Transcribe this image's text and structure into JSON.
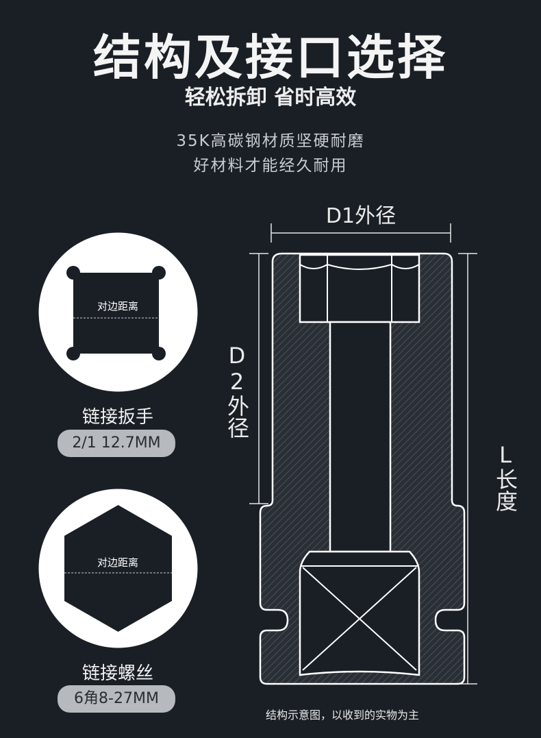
{
  "header": {
    "title": "结构及接口选择",
    "subtitle": "轻松拆卸 省时高效",
    "desc_line1": "35K高碳钢材质坚硬耐磨",
    "desc_line2": "好材料才能经久耐用"
  },
  "diagram": {
    "d1_label": "D1外径",
    "d2_label": "D2外径",
    "length_label": "L长度",
    "note": "结构示意图，以收到的实物为主"
  },
  "square_drive": {
    "inner_label": "对边距离",
    "caption": "链接扳手",
    "spec": "2/1 12.7MM"
  },
  "hex_socket": {
    "inner_label": "对边距离",
    "caption": "链接螺丝",
    "spec": "6角8-27MM"
  },
  "colors": {
    "background": "#1a1f26",
    "outline": "#ffffff",
    "pill": "#b6b9bd"
  }
}
